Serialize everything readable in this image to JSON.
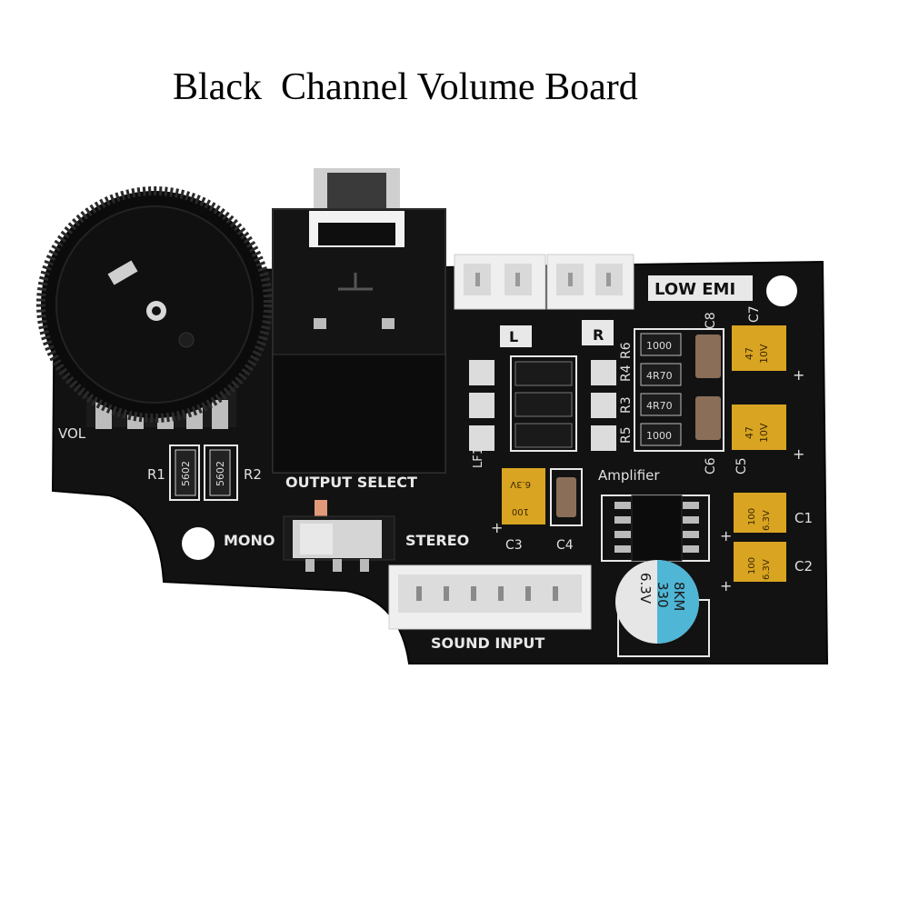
{
  "title": "Black  Channel Volume Board",
  "labels": {
    "low_emi": "LOW EMI",
    "left": "L",
    "right": "R",
    "vol": "VOL",
    "r1": "R1",
    "r2": "R2",
    "r3": "R3",
    "r4": "R4",
    "r5": "R5",
    "r6": "R6",
    "c1": "C1",
    "c2": "C2",
    "c3": "C3",
    "c4": "C4",
    "c5": "C5",
    "c6": "C6",
    "c7": "C7",
    "c8": "C8",
    "lf1": "LF1",
    "output_select": "OUTPUT SELECT",
    "amplifier": "Amplifier",
    "mono": "MONO",
    "stereo": "STEREO",
    "sound_input": "SOUND INPUT",
    "plus": "+"
  },
  "components": {
    "r1_code": "5602",
    "r2_code": "5602",
    "r6_code": "1000",
    "r4_code": "4R70",
    "r3_code": "4R70",
    "r5_code": "1000",
    "c7_value": "47",
    "c7_voltage": "10V",
    "c5_value": "47",
    "c5_voltage": "10V",
    "c3_value": "100",
    "c3_voltage": "6.3V",
    "c1_value": "100",
    "c1_voltage": "6.3V",
    "c2_value": "100",
    "c2_voltage": "6.3V",
    "cap_big_line1": "6.3V",
    "cap_big_line2": "330",
    "cap_big_line3": "8KM"
  },
  "colors": {
    "pcb": "#121212",
    "silkscreen": "#e8e8e8",
    "tantalum": "#d9a421",
    "connector": "#efefef",
    "electrolytic": "#4fb6d6"
  }
}
